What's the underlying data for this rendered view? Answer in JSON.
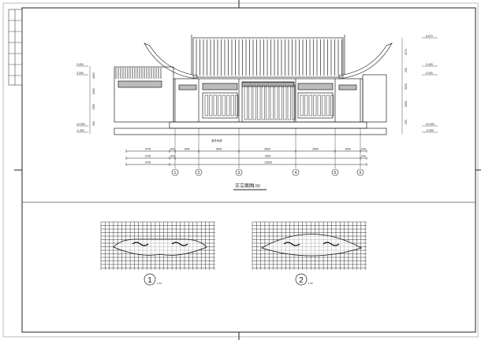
{
  "drawing": {
    "elevation_title": "正立面图",
    "elevation_scale": "1:50",
    "axes": [
      "1",
      "2",
      "3",
      "4",
      "5",
      "6"
    ],
    "dims_row1": [
      "2700",
      "200",
      "1500",
      "2500",
      "3500",
      "2500",
      "1500",
      "200"
    ],
    "dims_row2": [
      "2700",
      "200",
      "7900",
      "200"
    ],
    "dims_row3": [
      "2700",
      "12600"
    ],
    "left_levels": [
      "3.400",
      "3.200",
      "±0.000",
      "-0.300"
    ],
    "right_levels": [
      "6.670",
      "3.400",
      "3.200",
      "±0.000",
      "-0.300"
    ],
    "left_heights": [
      "4020",
      "3200",
      "1550",
      "200"
    ],
    "right_heights": [
      "3270",
      "200",
      "3000",
      "3600",
      "200"
    ],
    "step_note": "室外地坪",
    "details": [
      {
        "number": "1",
        "scale": "1:20"
      },
      {
        "number": "2",
        "scale": "1:20"
      }
    ],
    "line_color": "#222222",
    "background": "#ffffff"
  }
}
